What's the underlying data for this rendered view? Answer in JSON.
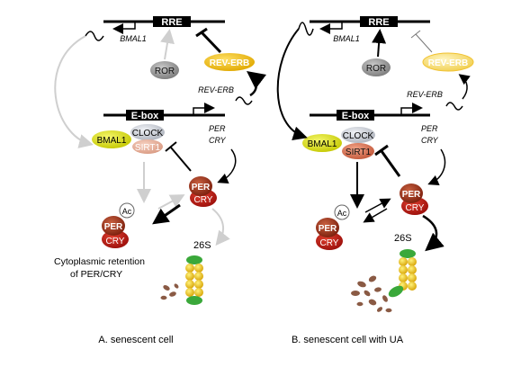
{
  "colors": {
    "black": "#000000",
    "grey_arrow": "#cfcfcf",
    "rev_erb_fill": "#f5c518",
    "bmal1_fill": "#e5e836",
    "clock_fill": "#cfd2da",
    "sirt1_fill": "#e8a890",
    "sirt1_fill_b": "#e27a5c",
    "ror_fill": "#a0a0a0",
    "per_fill": "#8b2a14",
    "cry_fill": "#b21a14",
    "proteasome_yellow": "#f0c419",
    "proteasome_green": "#3aa83a",
    "fragment_brown": "#8a5a44"
  },
  "panel_a": {
    "rre": "RRE",
    "bmal1_gene": "BMAL1",
    "ror": "ROR",
    "rev_erb_protein": "REV-ERB",
    "rev_erb_gene": "REV-ERB",
    "ebox": "E-box",
    "per_gene": "PER",
    "cry_gene": "CRY",
    "bmal1": "BMAL1",
    "clock": "CLOCK",
    "sirt1": "SIRT1",
    "per": "PER",
    "cry": "CRY",
    "ac": "Ac",
    "proteasome": "26S",
    "retention_line1": "Cytoplasmic retention",
    "retention_line2": "of PER/CRY",
    "caption": "A. senescent cell"
  },
  "panel_b": {
    "rre": "RRE",
    "bmal1_gene": "BMAL1",
    "ror": "ROR",
    "rev_erb_protein": "REV-ERB",
    "rev_erb_gene": "REV-ERB",
    "ebox": "E-box",
    "per_gene": "PER",
    "cry_gene": "CRY",
    "bmal1": "BMAL1",
    "clock": "CLOCK",
    "sirt1": "SIRT1",
    "per": "PER",
    "cry": "CRY",
    "ac": "Ac",
    "proteasome": "26S",
    "caption": "B. senescent cell with UA"
  }
}
